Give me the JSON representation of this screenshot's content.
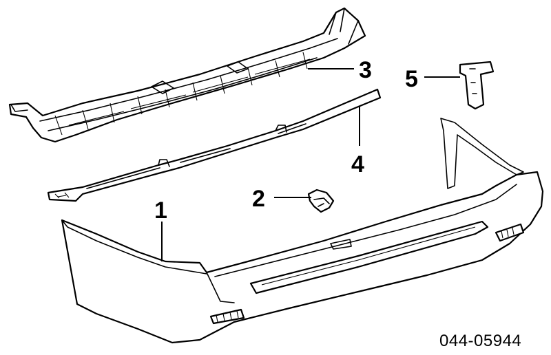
{
  "callouts": [
    {
      "label": "1",
      "part": "rear-bumper-cover"
    },
    {
      "label": "2",
      "part": "clip"
    },
    {
      "label": "3",
      "part": "energy-absorber-reinforcement"
    },
    {
      "label": "4",
      "part": "upper-retainer"
    },
    {
      "label": "5",
      "part": "side-bracket"
    }
  ],
  "diagram_code": "044-05944"
}
